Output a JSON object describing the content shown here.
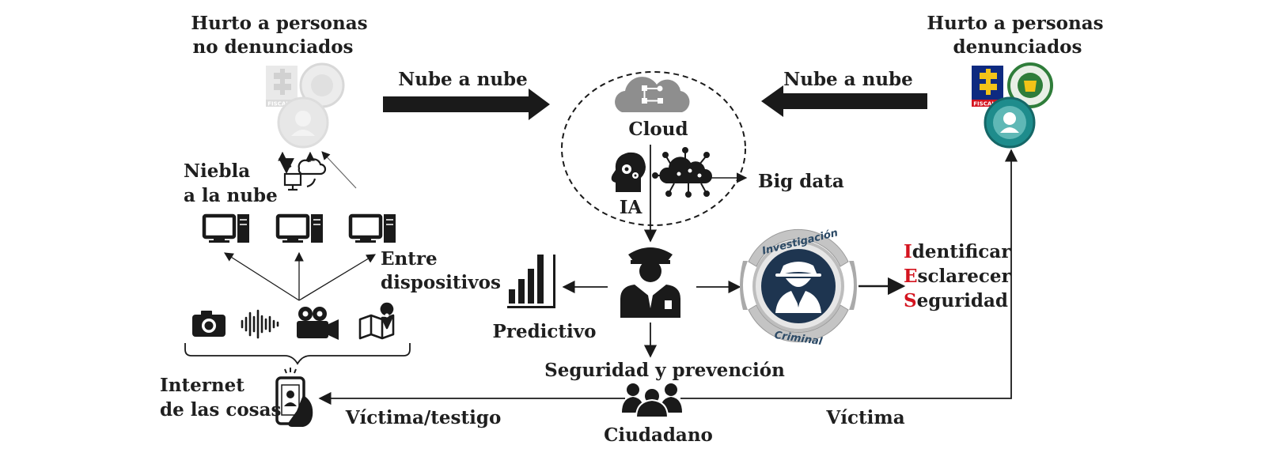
{
  "labels": {
    "hurto_no_denunciados_1": "Hurto a personas",
    "hurto_no_denunciados_2": "no denunciados",
    "hurto_denunciados_1": "Hurto a personas",
    "hurto_denunciados_2": "denunciados",
    "nube_a_nube_left": "Nube a nube",
    "nube_a_nube_right": "Nube a nube",
    "cloud": "Cloud",
    "ia": "IA",
    "big_data": "Big data",
    "niebla_1": "Niebla",
    "niebla_2": "a la nube",
    "entre_1": "Entre",
    "entre_2": "dispositivos",
    "predictivo": "Predictivo",
    "seguridad_prevencion": "Seguridad y prevención",
    "iot_1": "Internet",
    "iot_2": "de las cosas",
    "victima_testigo": "Víctima/testigo",
    "ciudadano": "Ciudadano",
    "victima": "Víctima"
  },
  "ies": {
    "identificar": {
      "initial": "I",
      "rest": "dentificar"
    },
    "esclarecer": {
      "initial": "E",
      "rest": "sclarecer"
    },
    "seguridad": {
      "initial": "S",
      "rest": "eguridad"
    }
  },
  "badge": {
    "top": "Investigación",
    "bottom": "Criminal"
  },
  "logos": {
    "fiscalia": "FISCALIA"
  },
  "colors": {
    "accent_red": "#d4141f",
    "icon_dark": "#1a1a1a",
    "cloud_gray": "#8e8e8e",
    "badge_navy": "#1e3550",
    "logo_teal": "#1e8c8c",
    "logo_blue": "#0e2a80",
    "logo_yellow": "#f3c318",
    "logo_green": "#2f7d3a"
  }
}
